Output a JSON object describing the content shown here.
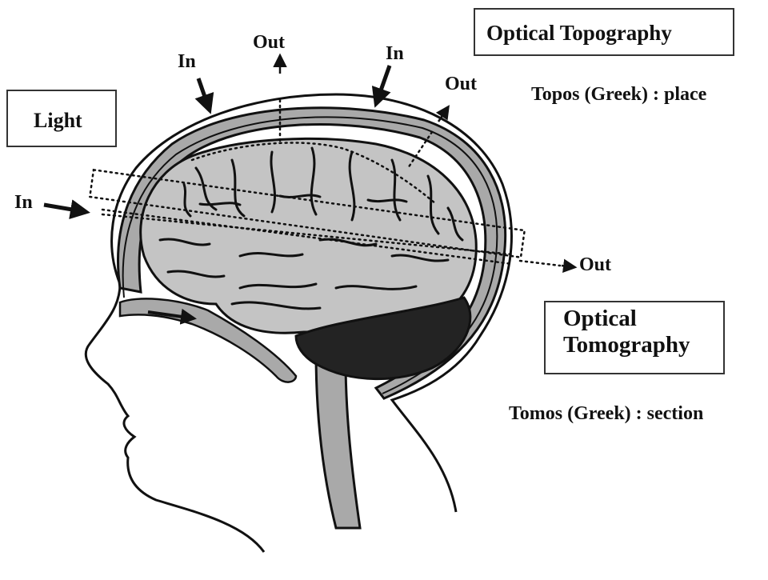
{
  "labels": {
    "light": "Light",
    "topography_title": "Optical Topography",
    "topography_note": "Topos (Greek) : place",
    "tomography_line1": "Optical",
    "tomography_line2": "Tomography",
    "tomography_note": "Tomos (Greek) : section",
    "in_top_left": "In",
    "in_top_right": "In",
    "in_side": "In",
    "out_top": "Out",
    "out_top_right": "Out",
    "out_side": "Out"
  },
  "colors": {
    "ink": "#111111",
    "brain": "#c4c4c4",
    "skull": "#a9a9a9",
    "cerebellum": "#232323",
    "background": "#ffffff"
  }
}
